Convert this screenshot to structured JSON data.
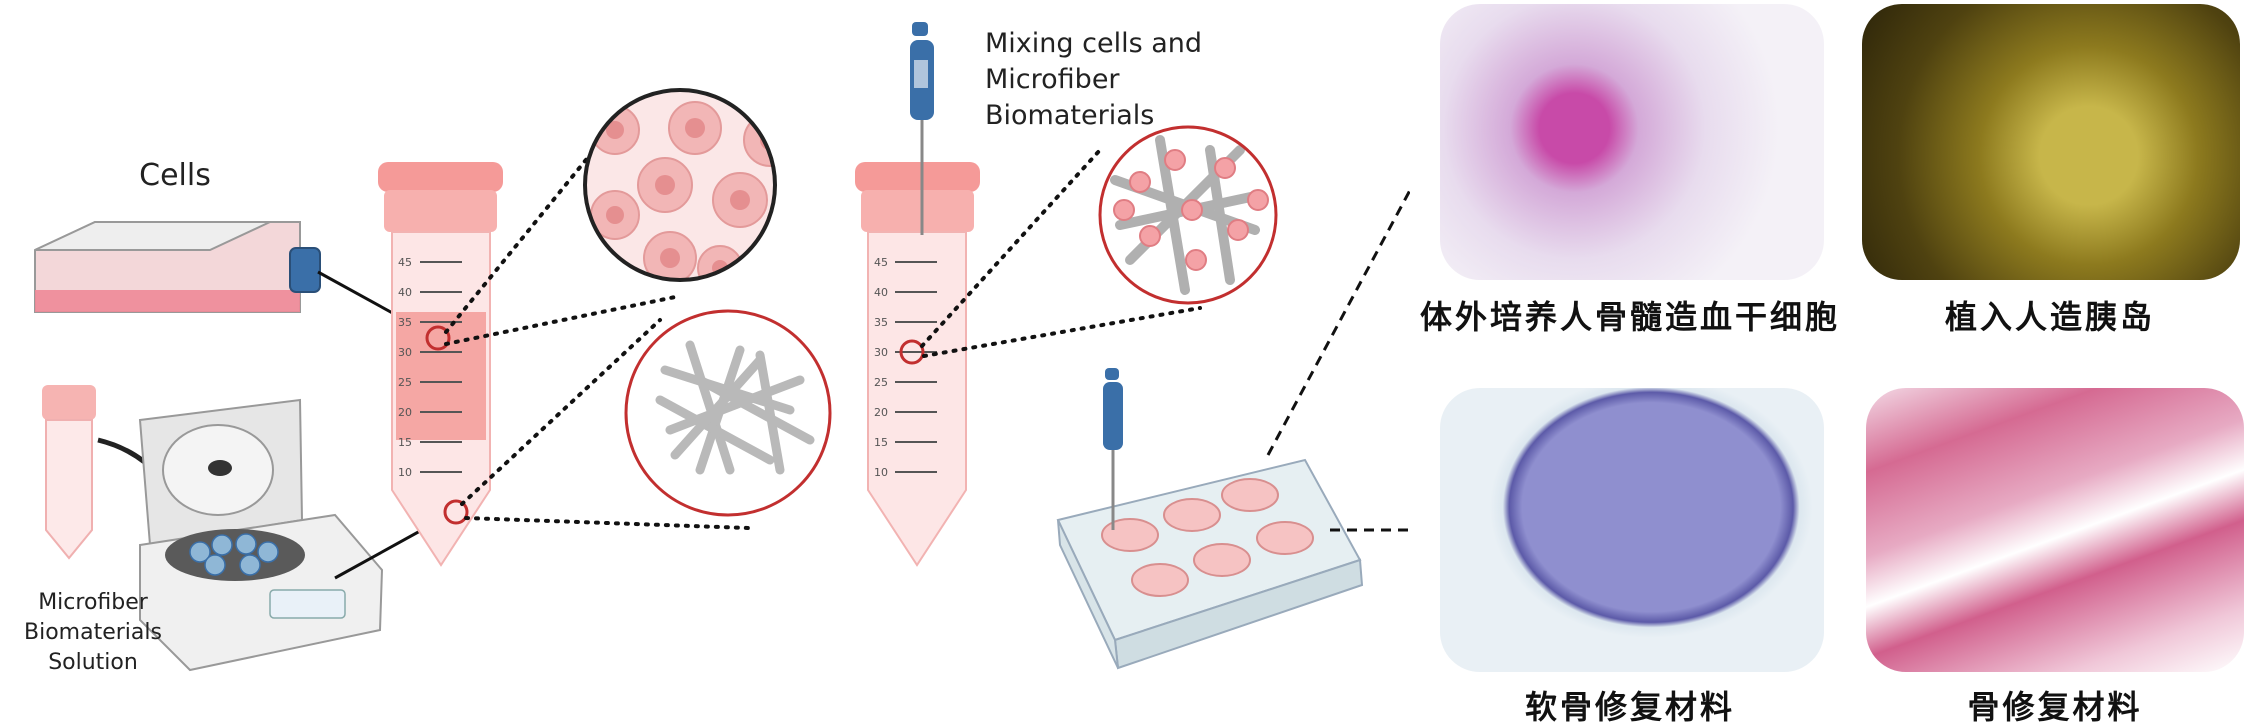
{
  "labels": {
    "cells": "Cells",
    "mixing": "Mixing cells and\nMicrofiber Biomaterials",
    "microfiber_solution": "Microfiber\nBiomaterials\nSolution"
  },
  "photos": [
    {
      "caption": "体外培养人骨髓造血干细胞"
    },
    {
      "caption": "植入人造胰岛"
    },
    {
      "caption": "软骨修复材料"
    },
    {
      "caption": "骨修复材料"
    }
  ],
  "tube_scale": [
    "45",
    "40",
    "35",
    "30",
    "25",
    "20",
    "15",
    "10"
  ],
  "colors": {
    "tube_pink": "#f7b9b6",
    "cap_pink": "#f59a98",
    "liquid_pink": "#f08b88",
    "dot_line": "#111111",
    "circle_outline": "#c22f2f",
    "pipette_blue": "#3a6fa8"
  }
}
